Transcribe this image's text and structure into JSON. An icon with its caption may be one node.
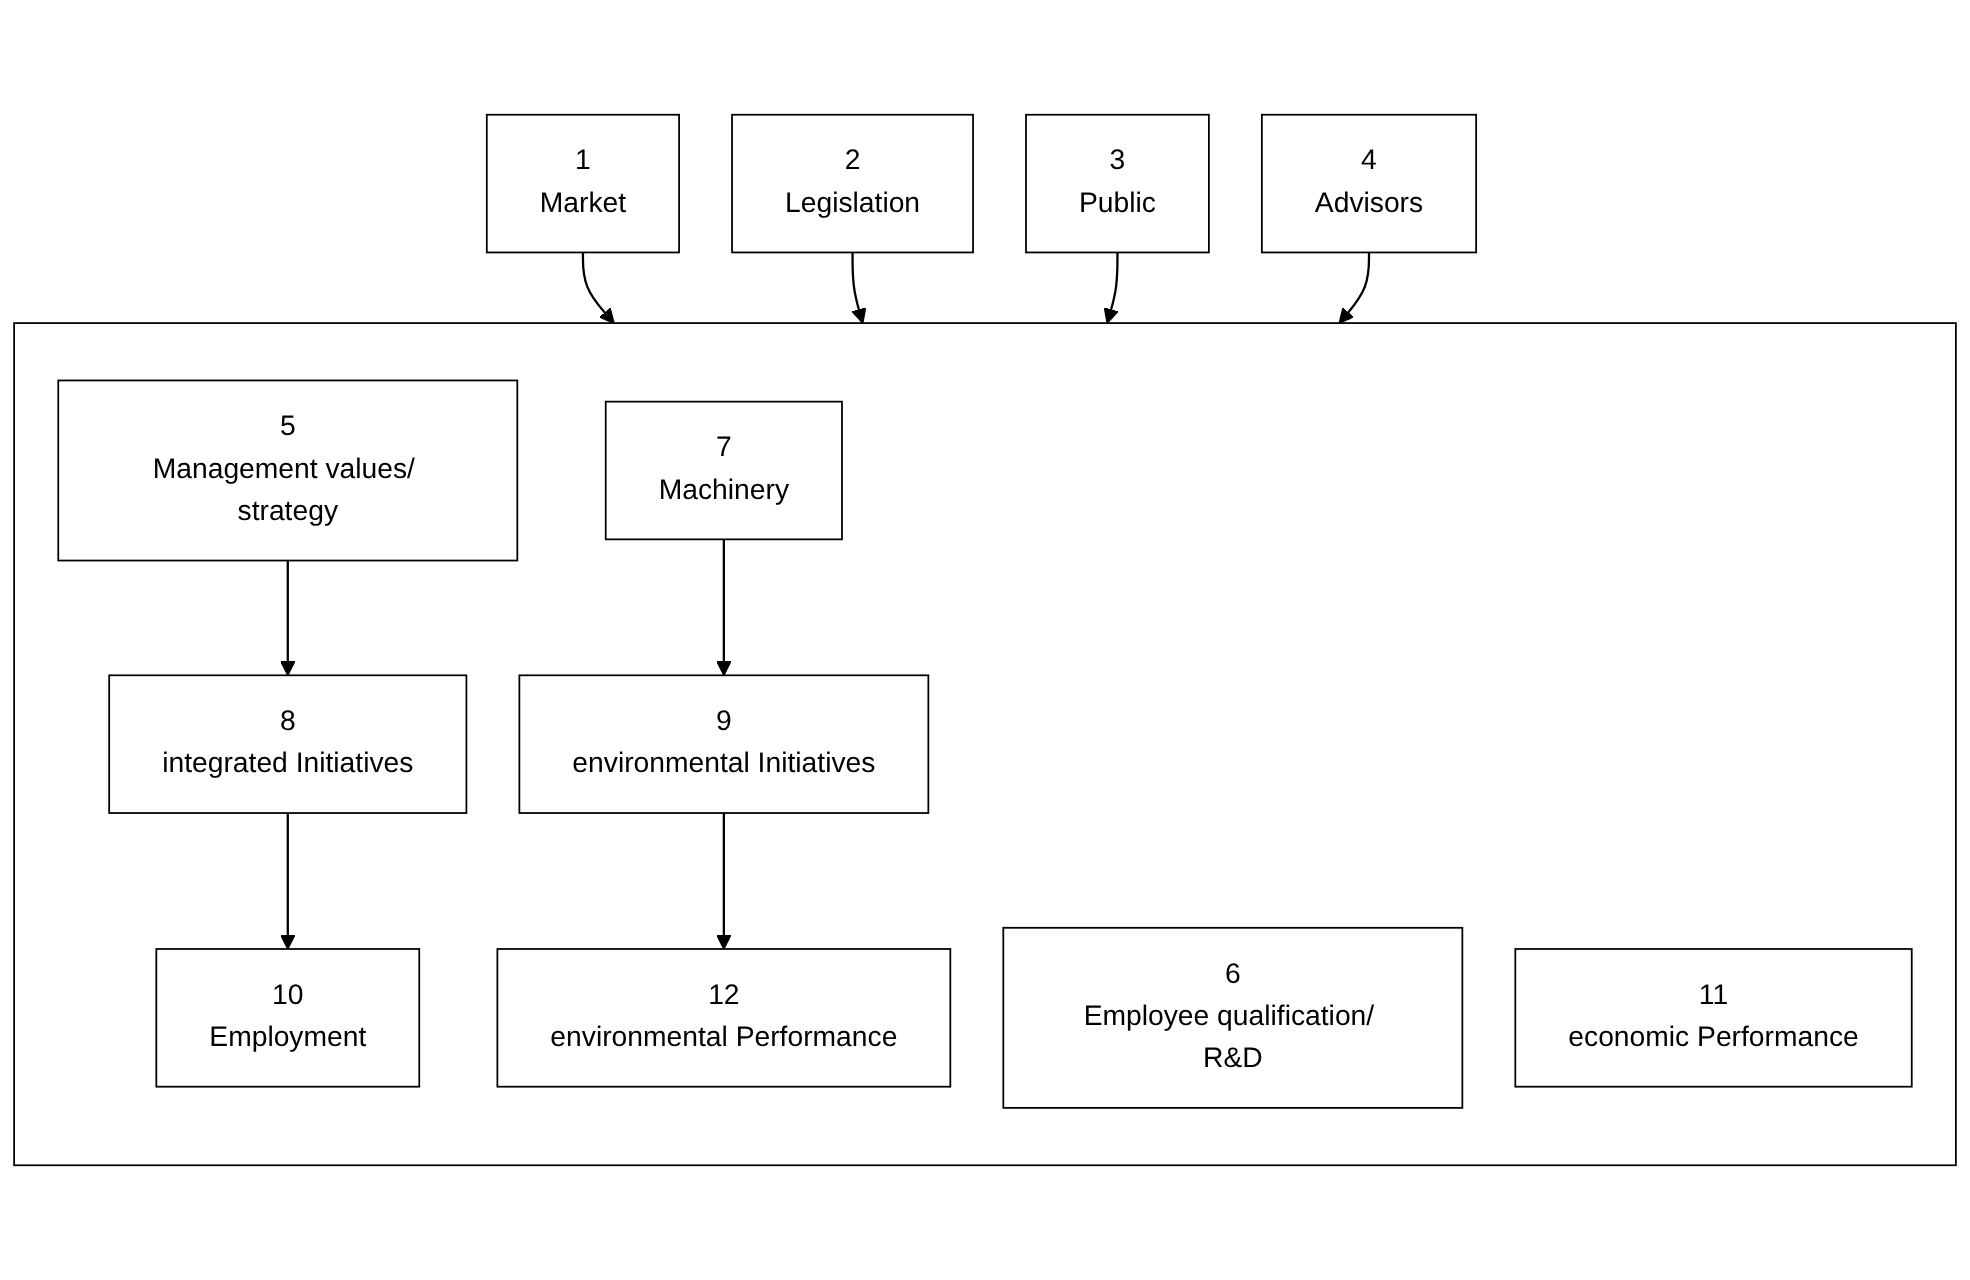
{
  "diagram": {
    "nodes": [
      {
        "text": [
          "1",
          "Market"
        ]
      },
      {
        "text": [
          "2",
          "Legislation"
        ]
      },
      {
        "text": [
          "3",
          "Public"
        ]
      },
      {
        "text": [
          "4",
          "Advisors"
        ]
      },
      {
        "text": [],
        "shape": "box"
      },
      {
        "text": [
          "5",
          "Management values/ strategy"
        ],
        "in": 4
      },
      {
        "text": [
          "6",
          "Employee qualification/ R&D"
        ],
        "in": 4
      },
      {
        "text": [
          "7",
          "Machinery"
        ],
        "in": 4
      },
      {
        "text": [
          "8",
          "integrated Initiatives"
        ],
        "in": 4
      },
      {
        "text": [
          "9",
          "environmental Initiatives"
        ],
        "in": 4
      },
      {
        "text": [
          "10",
          "Employment"
        ],
        "in": 4
      },
      {
        "text": [
          "11",
          "economic Performance"
        ],
        "in": 4
      },
      {
        "text": [
          "12",
          "environmental Performance"
        ],
        "in": 4
      }
    ],
    "edges": [
      {
        "from": 0,
        "to": 4,
        "arrow": "to"
      },
      {
        "from": 1,
        "to": 4,
        "arrow": "to"
      },
      {
        "from": 2,
        "to": 4,
        "arrow": "to"
      },
      {
        "from": 3,
        "to": 4,
        "arrow": "to"
      },
      {
        "from": 5,
        "to": 8,
        "arrow": "to"
      },
      {
        "from": 7,
        "to": 9,
        "arrow": "to"
      },
      {
        "from": 8,
        "to": 10,
        "arrow": "to"
      },
      {
        "from": 9,
        "to": 12,
        "arrow": "to"
      }
    ]
  }
}
